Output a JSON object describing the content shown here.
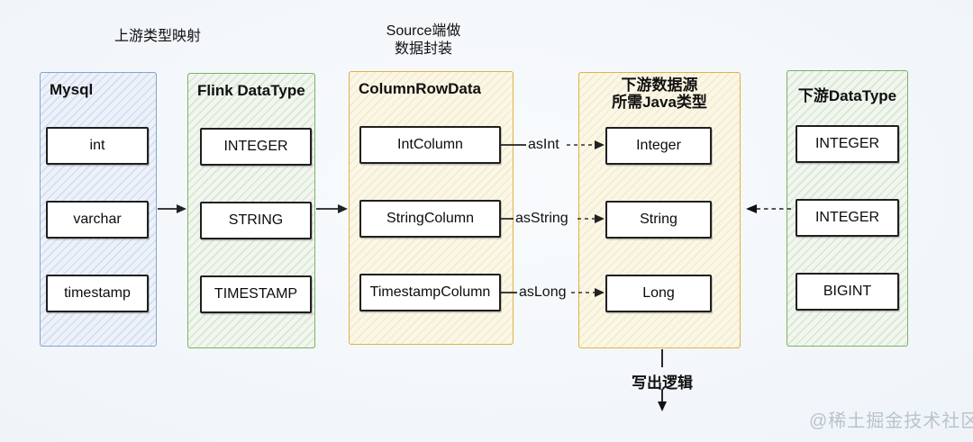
{
  "annotations": {
    "upstream_mapping": "上游类型映射",
    "source_encapsulation": [
      "Source端做",
      "数据封装"
    ],
    "write_logic": "写出逻辑",
    "watermark": "@稀土掘金技术社区"
  },
  "arrow_labels": {
    "as_int": "asInt",
    "as_string": "asString",
    "as_long": "asLong"
  },
  "columns": [
    {
      "id": "mysql",
      "title": "Mysql",
      "theme": "blue",
      "items": [
        "int",
        "varchar",
        "timestamp"
      ]
    },
    {
      "id": "flink-datatype",
      "title": "Flink DataType",
      "theme": "green",
      "items": [
        "INTEGER",
        "STRING",
        "TIMESTAMP"
      ]
    },
    {
      "id": "column-row-data",
      "title": "ColumnRowData",
      "theme": "yellow",
      "items": [
        "IntColumn",
        "StringColumn",
        "TimestampColumn"
      ]
    },
    {
      "id": "downstream-java-type",
      "title_lines": [
        "下游数据源",
        "所需Java类型"
      ],
      "theme": "yellow",
      "items": [
        "Integer",
        "String",
        "Long"
      ]
    },
    {
      "id": "downstream-datatype",
      "title": "下游DataType",
      "theme": "green",
      "items": [
        "INTEGER",
        "INTEGER",
        "BIGINT"
      ]
    }
  ],
  "colors": {
    "blue_border": "#85a3cc",
    "blue_fill": "#edf2fa",
    "green_border": "#7ab364",
    "green_fill": "#f1f6ef",
    "yellow_border": "#dfb14a",
    "yellow_fill": "#fbf7e6",
    "box_border": "#1f1f1f",
    "arrow": "#222222",
    "dashed_arrow": "#555555",
    "watermark_text": "#b9c3cd"
  }
}
